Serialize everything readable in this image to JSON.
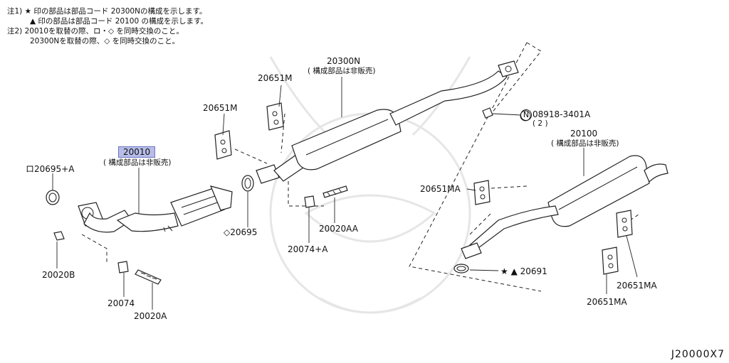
{
  "notes": {
    "line1": "注1) ★ 印の部品は部品コード 20300Nの構成を示します。",
    "line2": "▲ 印の部品は部品コード 20100 の構成を示します。",
    "line3": "注2) 20010を取替の際、ロ・◇ を同時交換のこと。",
    "line4": "20300Nを取替の際、◇ を同時交換のこと。"
  },
  "parts": {
    "p20300n": "20300N",
    "p20300n_sub": "( 構成部品は非販売)",
    "p20100": "20100",
    "p20100_sub": "( 構成部品は非販売)",
    "p20010": "20010",
    "p20010_sub": "( 構成部品は非販売)",
    "p20651m_a": "20651M",
    "p20651m_b": "20651M",
    "p20695a": "ロ20695+A",
    "p20695": "◇20695",
    "p20020b": "20020B",
    "p20074": "20074",
    "p20020a": "20020A",
    "p20074a": "20074+A",
    "p20020aa": "20020AA",
    "p08918": "08918-3401A",
    "p08918_qty": "( 2 )",
    "p20651ma_a": "20651MA",
    "p20651ma_b": "20651MA",
    "p20651ma_c": "20651MA",
    "p20691": "★ ▲ 20691"
  },
  "diagram_code": "J20000X7"
}
